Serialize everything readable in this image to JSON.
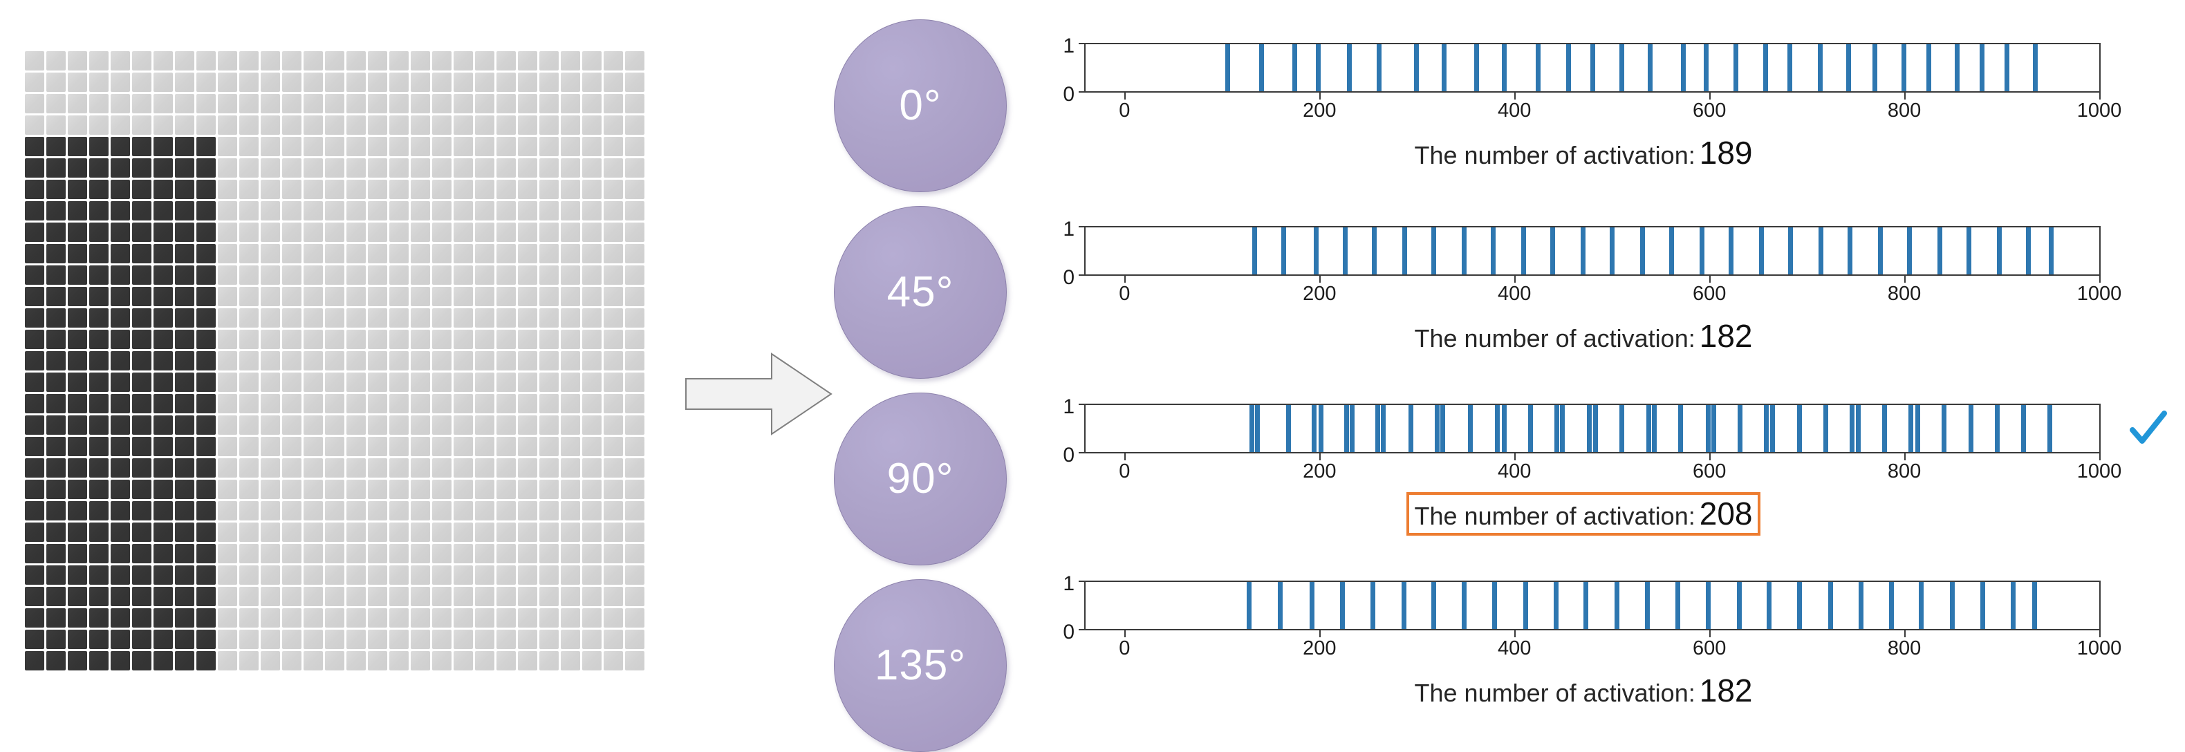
{
  "stimulus": {
    "name": "oriented-bar-stimulus",
    "grid": {
      "cols": 29,
      "rows": 29,
      "cell_size": 31,
      "light_color": "#d4d4d4",
      "dark_color": "#363636",
      "dark_region": {
        "col_start": 0,
        "col_end": 8,
        "row_start": 4,
        "row_end": 28
      }
    }
  },
  "arrow": {
    "name": "flow-arrow",
    "direction": "right",
    "fill": "#f2f2f2",
    "stroke": "#7f7f7f"
  },
  "orientations": {
    "circle_fill": "#ada3c9",
    "label_color": "#ffffff",
    "items": [
      {
        "label": "0°",
        "key": "deg0"
      },
      {
        "label": "45°",
        "key": "deg45"
      },
      {
        "label": "90°",
        "key": "deg90"
      },
      {
        "label": "135°",
        "key": "deg135"
      }
    ]
  },
  "caption": {
    "prefix": "The number of activation:",
    "highlight_color": "#ED7D31"
  },
  "checkmark": {
    "name": "selected-checkmark",
    "color": "#2196D8",
    "glyph": "✓",
    "applies_to": "deg90"
  },
  "chart_data": [
    {
      "type": "raster",
      "name": "spike-raster-0deg",
      "orientation": "0°",
      "xlabel": "",
      "ylabel": "",
      "xlim": [
        -40,
        1000
      ],
      "ylim": [
        0,
        1
      ],
      "xticks": [
        0,
        200,
        400,
        600,
        800,
        1000
      ],
      "xticklabels": [
        "0",
        "200",
        "400",
        "600",
        "800",
        "1000"
      ],
      "yticks": [
        0,
        1
      ],
      "yticklabels": [
        "0",
        "1"
      ],
      "grid": false,
      "spike_color": "#2e77b0",
      "activation_count": 189,
      "highlighted": false,
      "spike_times": [
        103,
        138,
        172,
        196,
        228,
        259,
        297,
        325,
        359,
        387,
        422,
        453,
        478,
        508,
        537,
        571,
        594,
        625,
        655,
        680,
        711,
        740,
        767,
        797,
        823,
        852,
        877,
        903,
        932
      ]
    },
    {
      "type": "raster",
      "name": "spike-raster-45deg",
      "orientation": "45°",
      "xlabel": "",
      "ylabel": "",
      "xlim": [
        -40,
        1000
      ],
      "ylim": [
        0,
        1
      ],
      "xticks": [
        0,
        200,
        400,
        600,
        800,
        1000
      ],
      "xticklabels": [
        "0",
        "200",
        "400",
        "600",
        "800",
        "1000"
      ],
      "yticks": [
        0,
        1
      ],
      "yticklabels": [
        "0",
        "1"
      ],
      "grid": false,
      "spike_color": "#2e77b0",
      "activation_count": 182,
      "highlighted": false,
      "spike_times": [
        131,
        161,
        194,
        224,
        254,
        285,
        315,
        346,
        376,
        407,
        437,
        468,
        498,
        529,
        559,
        590,
        620,
        651,
        681,
        712,
        742,
        773,
        803,
        834,
        864,
        895,
        925,
        948
      ]
    },
    {
      "type": "raster",
      "name": "spike-raster-90deg",
      "orientation": "90°",
      "xlabel": "",
      "ylabel": "",
      "xlim": [
        -40,
        1000
      ],
      "ylim": [
        0,
        1
      ],
      "xticks": [
        0,
        200,
        400,
        600,
        800,
        1000
      ],
      "xticklabels": [
        "0",
        "200",
        "400",
        "600",
        "800",
        "1000"
      ],
      "yticks": [
        0,
        1
      ],
      "yticklabels": [
        "0",
        "1"
      ],
      "grid": false,
      "spike_color": "#2e77b0",
      "activation_count": 208,
      "highlighted": true,
      "spike_times": [
        128,
        134,
        166,
        192,
        199,
        225,
        231,
        257,
        263,
        291,
        318,
        324,
        352,
        380,
        387,
        414,
        441,
        447,
        474,
        481,
        508,
        535,
        541,
        568,
        596,
        602,
        629,
        656,
        662,
        690,
        717,
        744,
        750,
        777,
        804,
        811,
        838,
        866,
        893,
        920,
        947
      ]
    },
    {
      "type": "raster",
      "name": "spike-raster-135deg",
      "orientation": "135°",
      "xlabel": "",
      "ylabel": "",
      "xlim": [
        -40,
        1000
      ],
      "ylim": [
        0,
        1
      ],
      "xticks": [
        0,
        200,
        400,
        600,
        800,
        1000
      ],
      "xticklabels": [
        "0",
        "200",
        "400",
        "600",
        "800",
        "1000"
      ],
      "yticks": [
        0,
        1
      ],
      "yticklabels": [
        "0",
        "1"
      ],
      "grid": false,
      "spike_color": "#2e77b0",
      "activation_count": 182,
      "highlighted": false,
      "spike_times": [
        125,
        157,
        190,
        221,
        252,
        284,
        315,
        346,
        377,
        409,
        440,
        471,
        503,
        534,
        565,
        596,
        628,
        659,
        690,
        722,
        753,
        784,
        815,
        847,
        878,
        909,
        931
      ]
    }
  ]
}
